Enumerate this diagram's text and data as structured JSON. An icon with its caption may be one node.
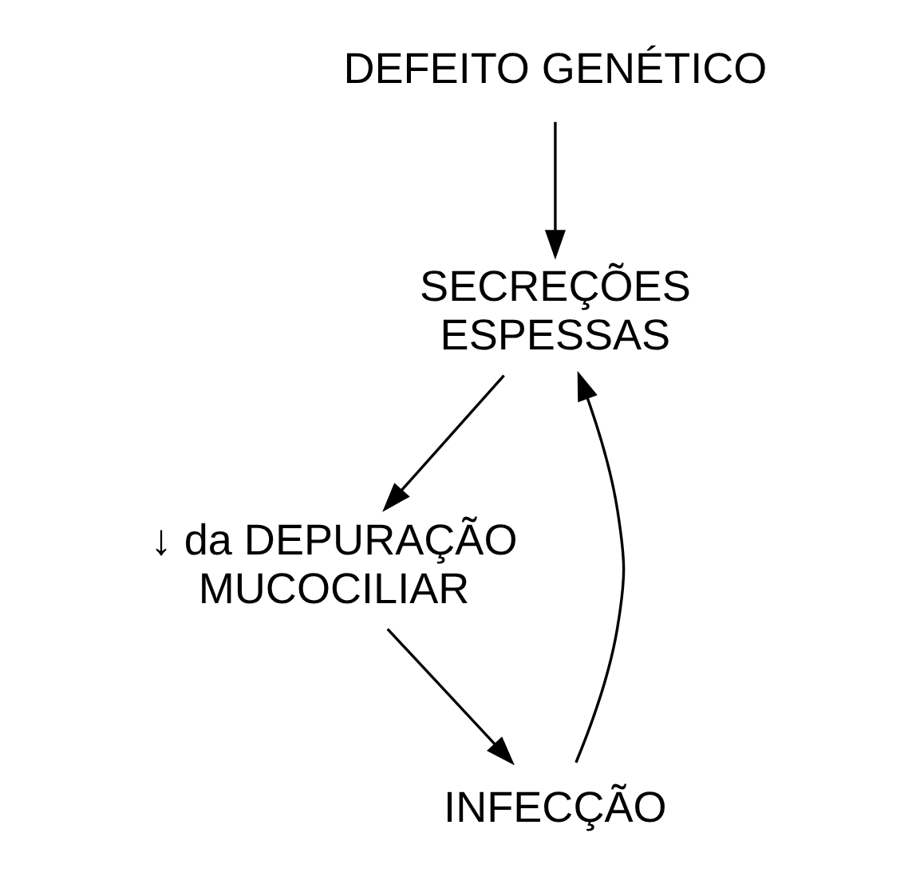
{
  "diagram": {
    "nodes": [
      {
        "text": [
          "DEFEITO GENÉTICO"
        ]
      },
      {
        "text": [
          "SECREÇÕES ESPESSAS"
        ]
      },
      {
        "text": [
          "INFECÇÃO"
        ]
      },
      {
        "text": [
          "↓ da DEPURAÇÃO MUCOCILIAR"
        ]
      }
    ],
    "edges": [
      {
        "from": 0,
        "to": 1,
        "arrow": "to"
      },
      {
        "from": 1,
        "to": 3,
        "arrow": "to"
      },
      {
        "from": 3,
        "to": 2,
        "arrow": "to"
      },
      {
        "from": 2,
        "to": 1,
        "arrow": "to"
      }
    ]
  }
}
